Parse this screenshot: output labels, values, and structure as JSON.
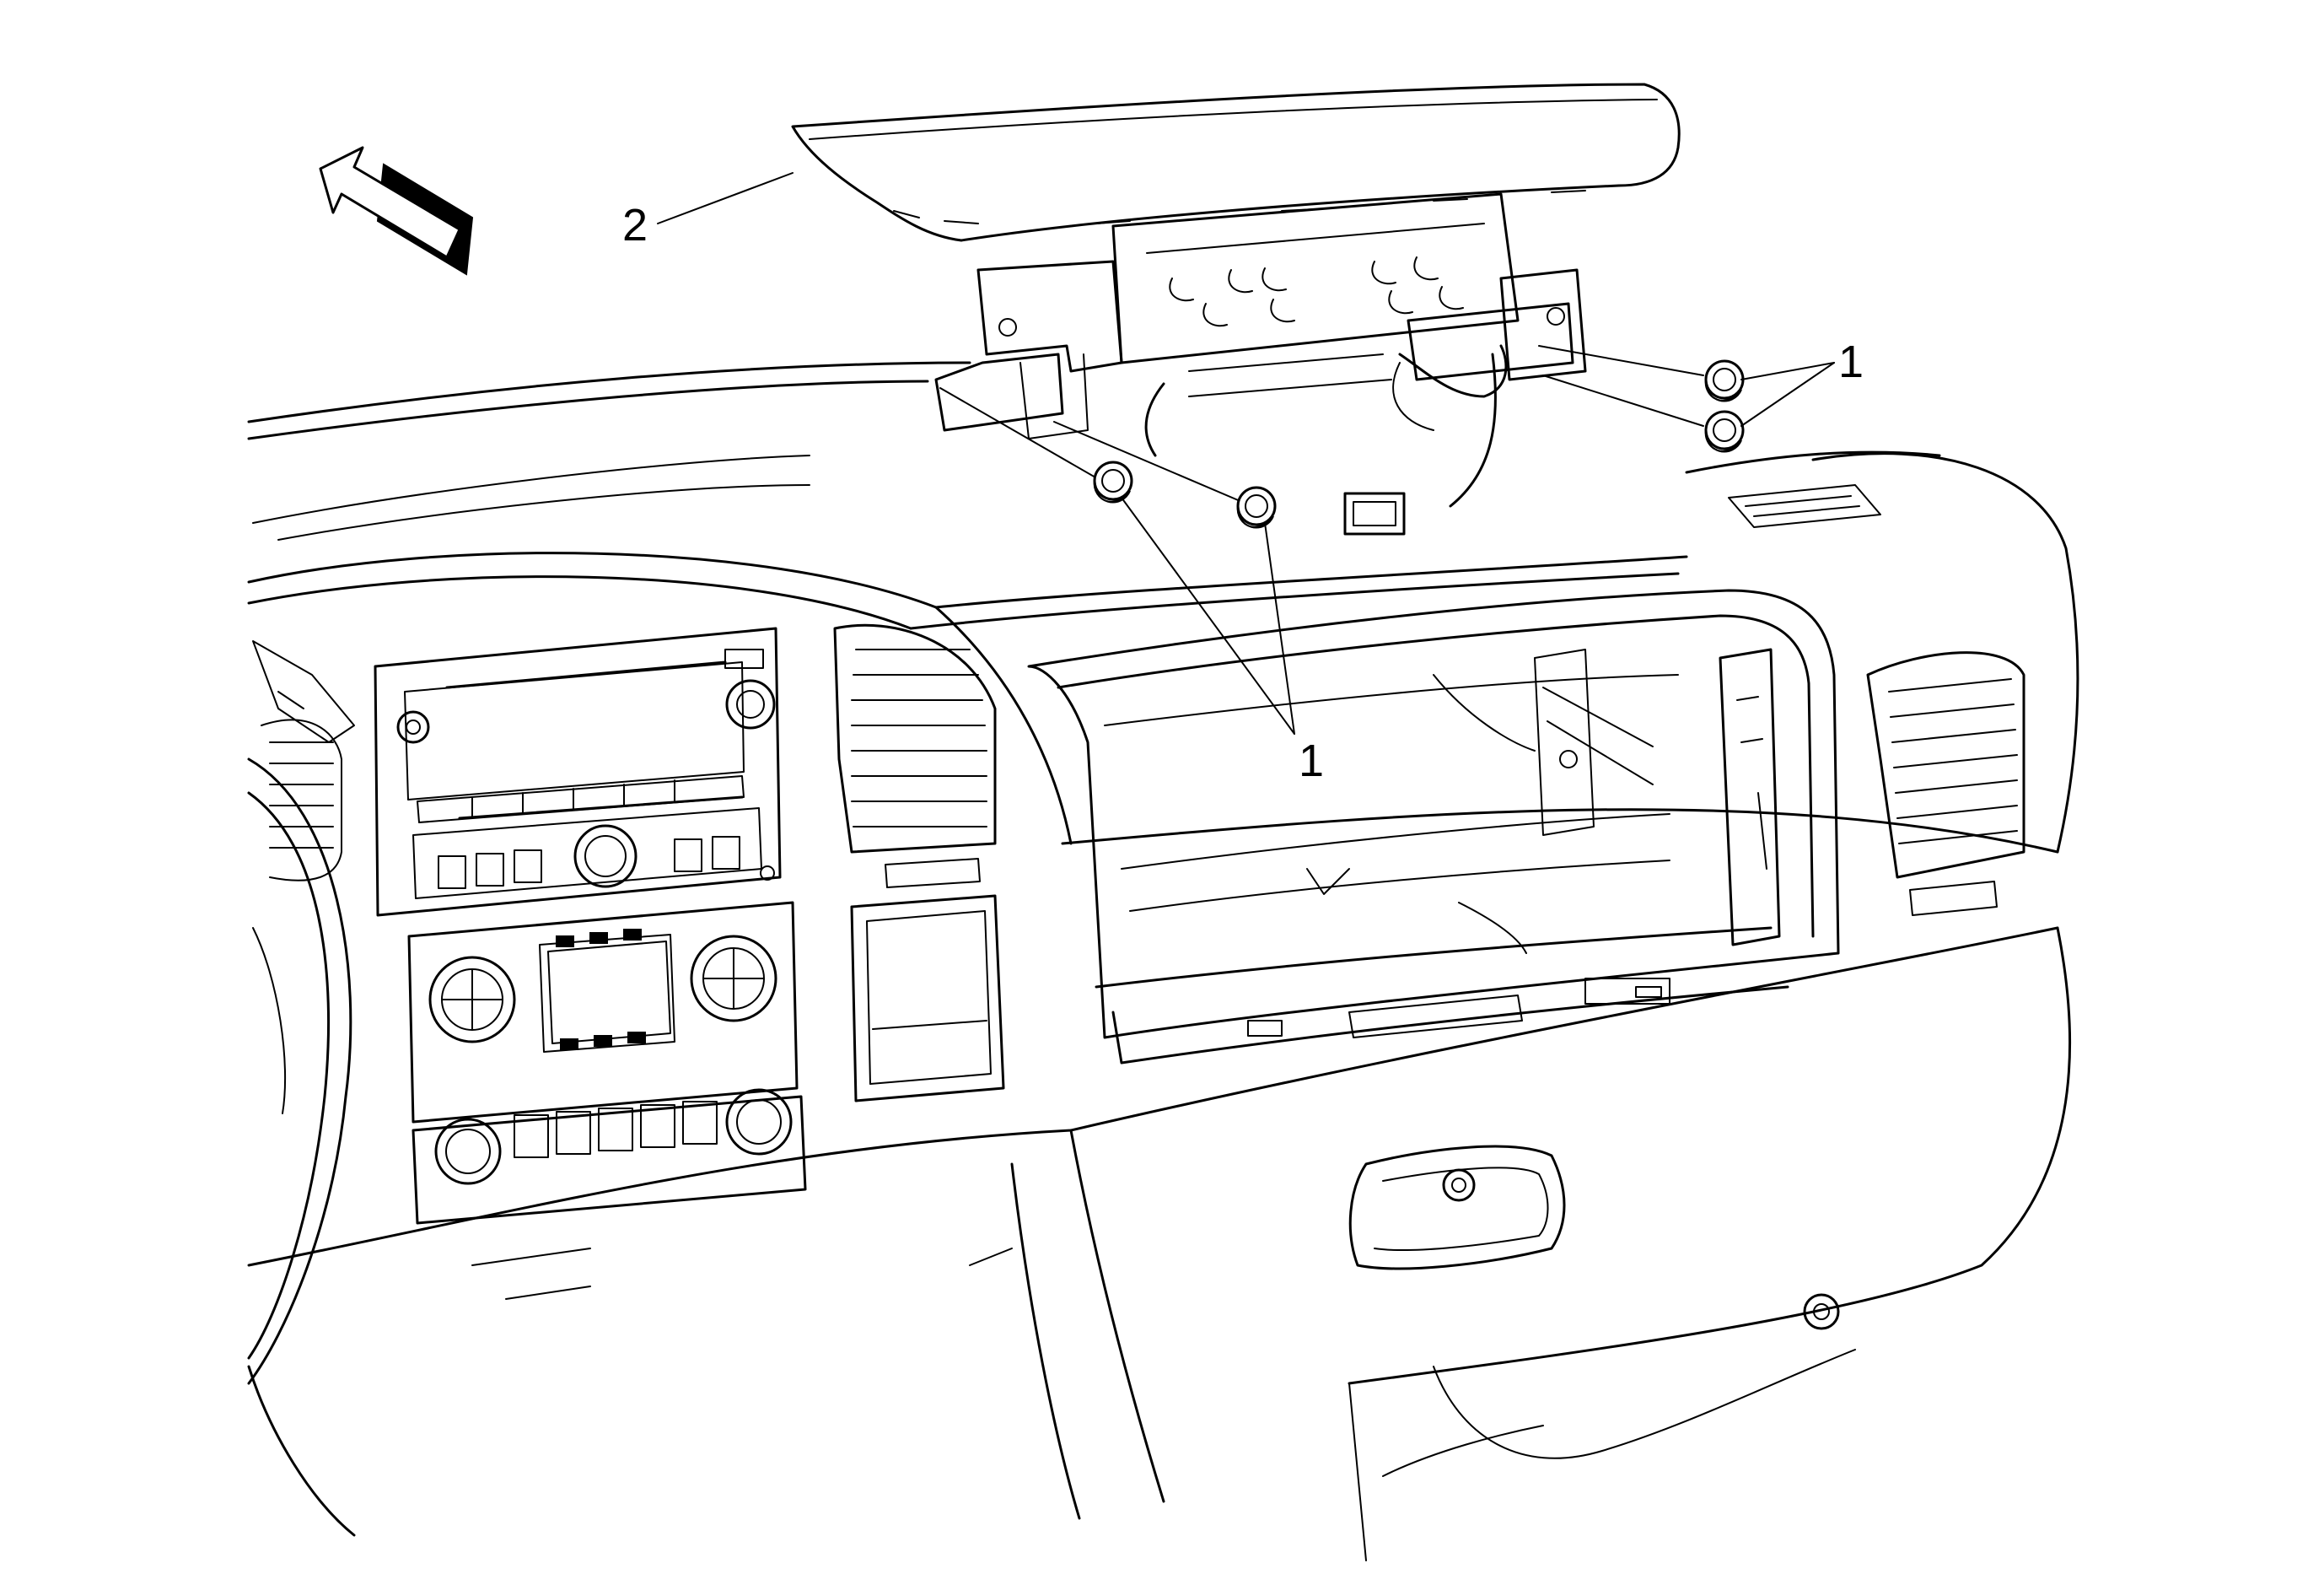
{
  "callouts": {
    "fasteners": "1",
    "fasteners_mid": "1",
    "airbag_module": "2"
  }
}
